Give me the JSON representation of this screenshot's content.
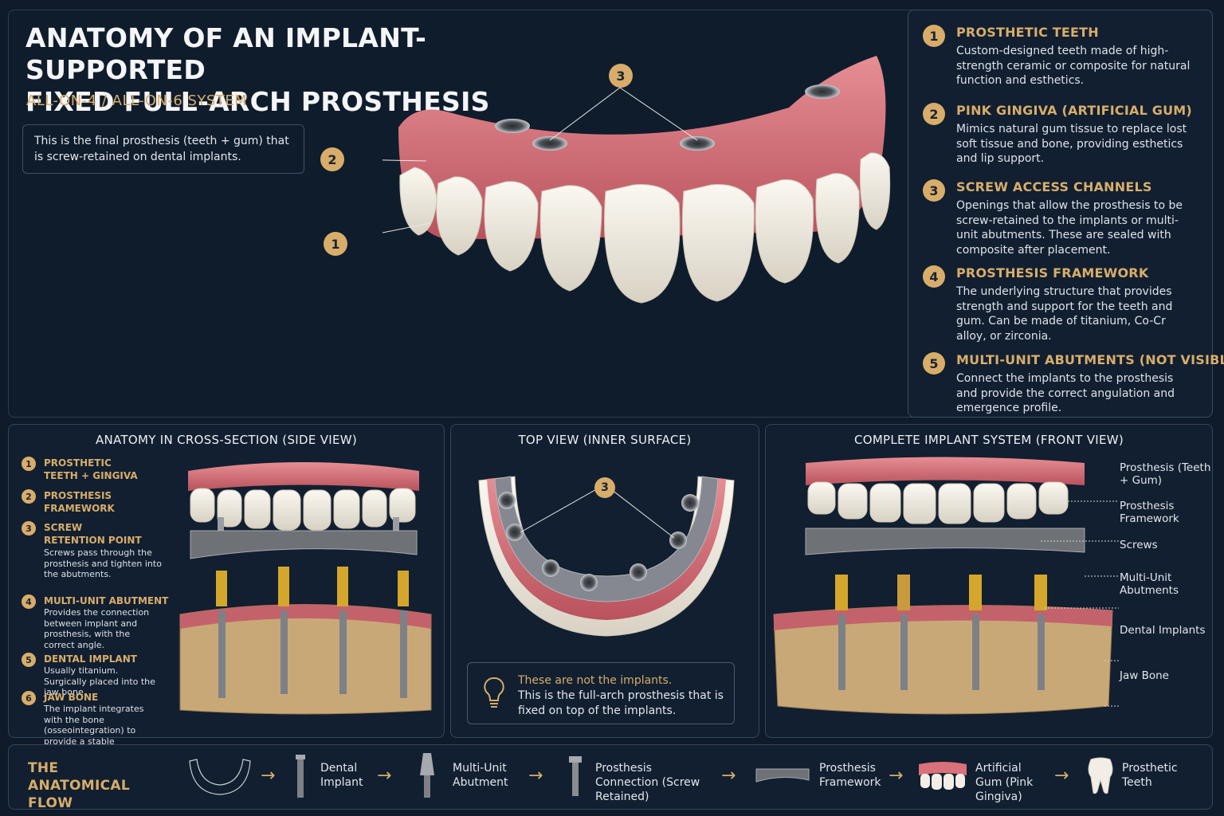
{
  "header": {
    "title_line1": "ANATOMY OF AN IMPLANT-SUPPORTED",
    "title_line2": "FIXED FULL-ARCH PROSTHESIS",
    "subtitle": "ALL-ON-4 / ALL-ON-6 SYSTEM",
    "intro": "This is the final prosthesis (teeth + gum) that is screw-retained on dental implants."
  },
  "hero_callouts": [
    "1",
    "2",
    "3"
  ],
  "legend": [
    {
      "num": "1",
      "title": "PROSTHETIC TEETH",
      "desc": "Custom-designed teeth made of high-strength ceramic or composite for natural function and esthetics."
    },
    {
      "num": "2",
      "title": "PINK GINGIVA (ARTIFICIAL GUM)",
      "desc": "Mimics natural gum tissue to replace lost soft tissue and bone, providing esthetics and lip support."
    },
    {
      "num": "3",
      "title": "SCREW ACCESS CHANNELS",
      "desc": "Openings that allow the prosthesis to be screw-retained to the implants or multi-unit abutments. These are sealed with composite after placement."
    },
    {
      "num": "4",
      "title": "PROSTHESIS FRAMEWORK",
      "desc": "The underlying structure that provides strength and support for the teeth and gum. Can be made of titanium, Co-Cr alloy, or zirconia."
    },
    {
      "num": "5",
      "title": "MULTI-UNIT ABUTMENTS (NOT VISIBLE)",
      "desc": "Connect the implants to the prosthesis and provide the correct angulation and emergence profile."
    }
  ],
  "cross_section": {
    "title": "ANATOMY IN CROSS-SECTION (SIDE VIEW)",
    "labels": [
      {
        "num": "1",
        "title": "PROSTHETIC TEETH + GINGIVA",
        "desc": ""
      },
      {
        "num": "2",
        "title": "PROSTHESIS FRAMEWORK",
        "desc": ""
      },
      {
        "num": "3",
        "title": "SCREW RETENTION POINT",
        "desc": "Screws pass through the prosthesis and tighten into the abutments."
      },
      {
        "num": "4",
        "title": "MULTI-UNIT ABUTMENT",
        "desc": "Provides the connection between implant and prosthesis, with the correct angle."
      },
      {
        "num": "5",
        "title": "DENTAL IMPLANT",
        "desc": "Usually titanium. Surgically placed into the jaw bone."
      },
      {
        "num": "6",
        "title": "JAW BONE",
        "desc": "The implant integrates with the bone (osseointegration) to provide a stable foundation."
      }
    ]
  },
  "top_view": {
    "title": "TOP VIEW (INNER SURFACE)",
    "callout": "3",
    "tip_line1": "These are not the implants.",
    "tip_line2": "This is the full-arch prosthesis that is fixed on top of the implants."
  },
  "front_view": {
    "title": "COMPLETE IMPLANT SYSTEM (FRONT VIEW)",
    "labels": [
      "Prosthesis (Teeth + Gum)",
      "Prosthesis Framework",
      "Screws",
      "Multi-Unit Abutments",
      "Dental Implants",
      "Jaw Bone"
    ]
  },
  "flow": {
    "title": "THE ANATOMICAL FLOW",
    "steps": [
      "Dental Implant",
      "Multi-Unit Abutment",
      "Prosthesis Connection (Screw Retained)",
      "Prosthesis Framework",
      "Artificial Gum (Pink Gingiva)",
      "Prosthetic Teeth"
    ],
    "arrow": "→"
  },
  "colors": {
    "accent": "#d8ad6a",
    "background": "#0f1b2a",
    "gum": "#d9717a",
    "tooth": "#f2eee6",
    "metal": "#8a8d90",
    "gold": "#d4a72c",
    "bone": "#c9a878"
  }
}
